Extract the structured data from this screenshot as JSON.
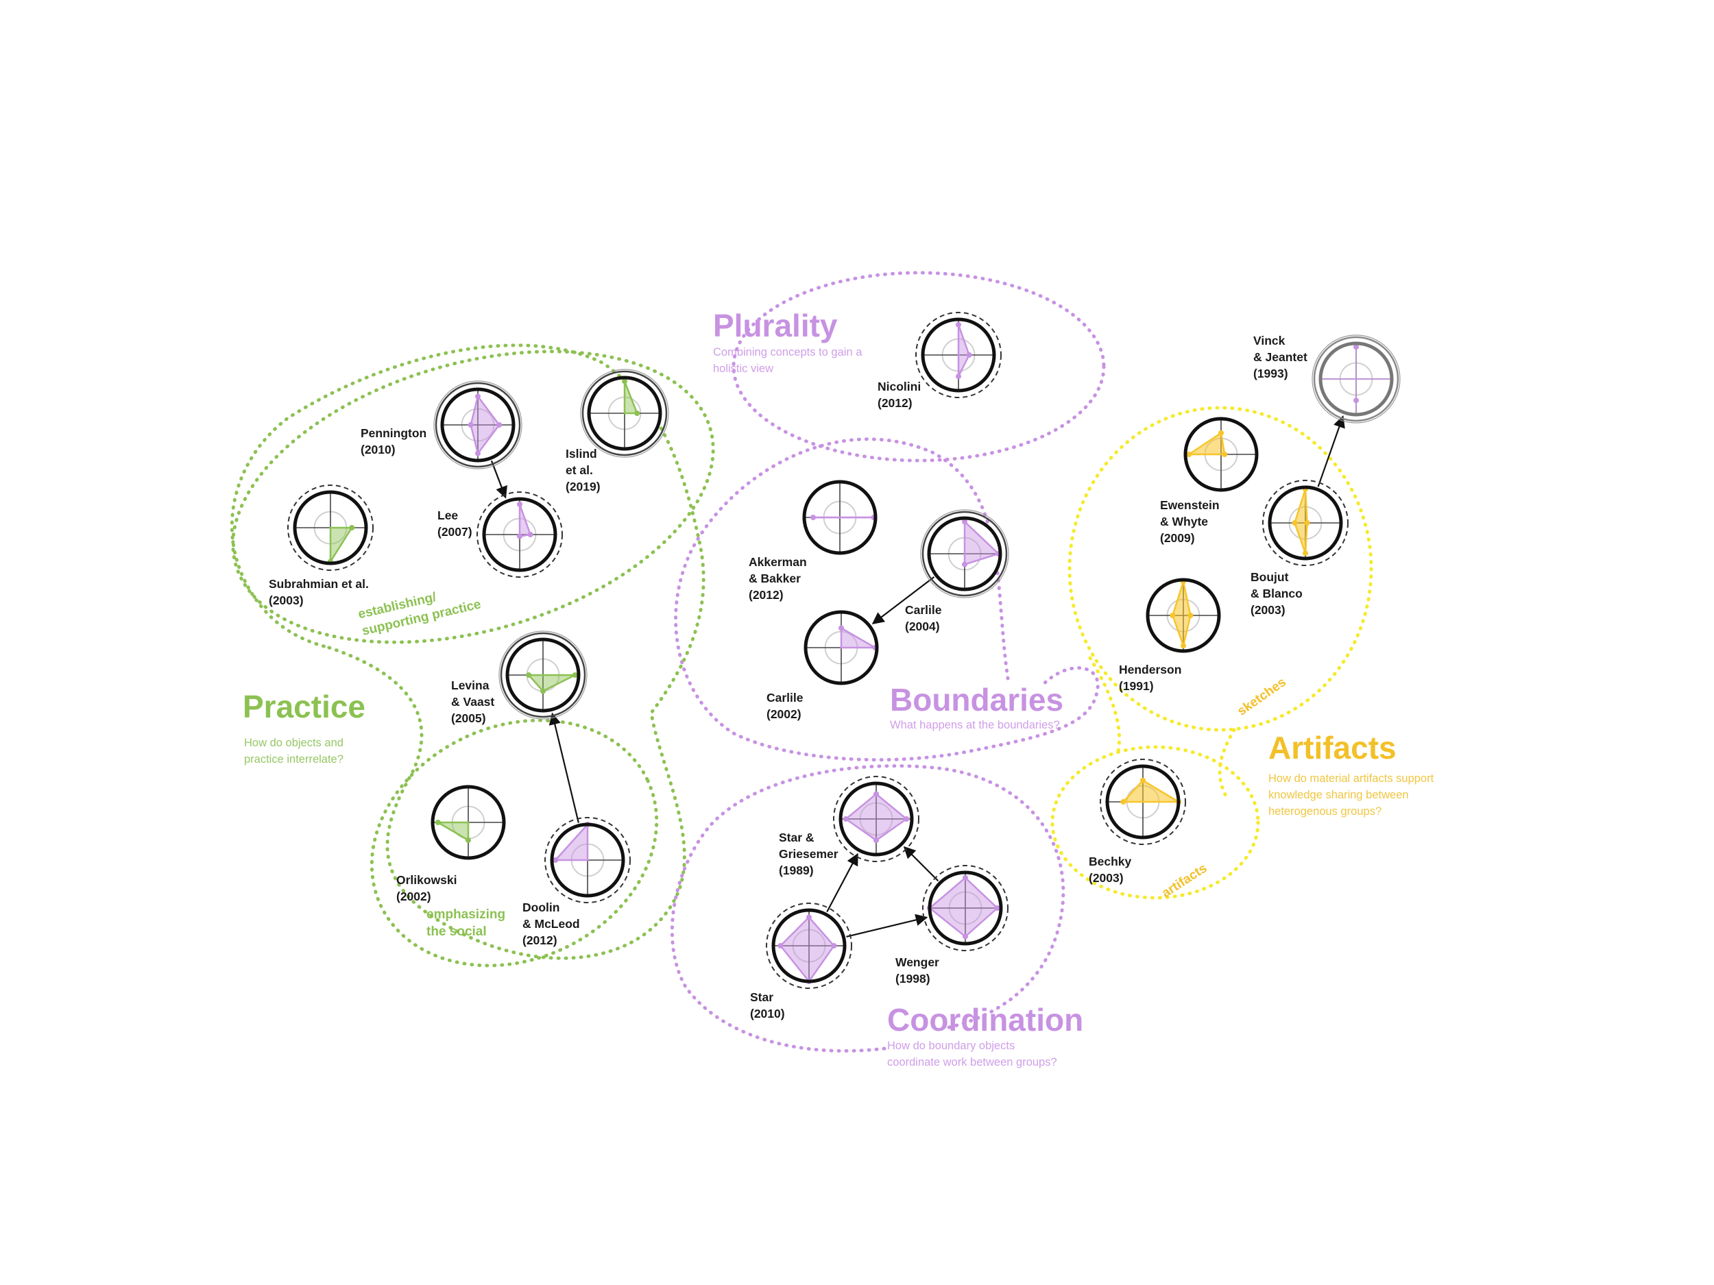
{
  "colors": {
    "practice": "#8cc152",
    "practice_fill": "rgba(140,193,82,0.45)",
    "purple": "#c792e2",
    "purple_fill": "rgba(199,146,226,0.45)",
    "artifacts": "#f7c52a",
    "artifacts_fill": "rgba(247,197,42,0.55)",
    "gray": "#777777"
  },
  "themes": {
    "practice": {
      "title": "Practice",
      "subtitle": "How do objects and\npractice interrelate?"
    },
    "plurality": {
      "title": "Plurality",
      "subtitle": "Combining concepts to gain a\nholistic view"
    },
    "boundaries": {
      "title": "Boundaries",
      "subtitle": "What happens at the boundaries?"
    },
    "coordination": {
      "title": "Coordination",
      "subtitle": "How do boundary objects\ncoordinate work between groups?"
    },
    "artifacts": {
      "title": "Artifacts",
      "subtitle": "How do material artifacts support\nknowledge sharing between\nheterogenous groups?"
    }
  },
  "cluster_labels": {
    "establishing": "establishing/\nsupporting practice",
    "social": "emphasizing\nthe social",
    "sketches": "sketches",
    "artifacts": "artifacts"
  },
  "works": [
    {
      "id": "pennington",
      "label": "Pennington\n(2010)",
      "theme": "purple",
      "ring": "double",
      "values": [
        0.8,
        0.6,
        0.8,
        0.2
      ]
    },
    {
      "id": "islind",
      "label": "Islind\net al.\n(2019)",
      "theme": "green",
      "ring": "double",
      "values": [
        0.9,
        0.35,
        0,
        0
      ]
    },
    {
      "id": "subrahmanian",
      "label": "Subrahmian et al.\n(2003)",
      "theme": "green",
      "ring": "dashed",
      "values": [
        0,
        0.6,
        0.95,
        0
      ]
    },
    {
      "id": "lee",
      "label": "Lee\n(2007)",
      "theme": "purple",
      "ring": "dashed",
      "values": [
        0.85,
        0.3,
        0.05,
        0
      ]
    },
    {
      "id": "levina",
      "label": "Levina\n& Vaast\n(2005)",
      "theme": "green",
      "ring": "double",
      "values": [
        0,
        0.9,
        0.45,
        0.4
      ]
    },
    {
      "id": "orlikowski",
      "label": "Orlikowski\n(2002)",
      "theme": "green",
      "ring": "none",
      "values": [
        0,
        0,
        0.5,
        0.85
      ]
    },
    {
      "id": "doolin",
      "label": "Doolin\n& McLeod\n(2012)",
      "theme": "purple",
      "ring": "dashed",
      "values": [
        1.0,
        0,
        0,
        0.9
      ]
    },
    {
      "id": "nicolini",
      "label": "Nicolini\n(2012)",
      "theme": "purple",
      "ring": "dashed",
      "values": [
        0.85,
        0.3,
        0.6,
        0
      ]
    },
    {
      "id": "akkerman",
      "label": "Akkerman\n& Bakker\n(2012)",
      "theme": "purple",
      "ring": "none",
      "values": [
        0,
        0.95,
        0,
        0.75
      ]
    },
    {
      "id": "carlile2004",
      "label": "Carlile\n(2004)",
      "theme": "purple",
      "ring": "double",
      "values": [
        0.9,
        0.95,
        0.3,
        0
      ]
    },
    {
      "id": "carlile2002",
      "label": "Carlile\n(2002)",
      "theme": "purple",
      "ring": "none",
      "values": [
        0.55,
        0.95,
        0,
        0
      ]
    },
    {
      "id": "star_griesemer",
      "label": "Star &\nGriesemer\n(1989)",
      "theme": "purple",
      "ring": "dashed",
      "values": [
        0.7,
        0.85,
        0.6,
        0.85
      ]
    },
    {
      "id": "wenger",
      "label": "Wenger\n(1998)",
      "theme": "purple",
      "ring": "dashed",
      "values": [
        0.85,
        0.9,
        0.8,
        1.0
      ]
    },
    {
      "id": "star",
      "label": "Star\n(2010)",
      "theme": "purple",
      "ring": "dashed",
      "values": [
        0.8,
        0.7,
        1.0,
        0.8
      ]
    },
    {
      "id": "vinck",
      "label": "Vinck\n& Jeantet\n(1993)",
      "theme": "gray",
      "ring": "double",
      "values": [
        0.9,
        0,
        0.6,
        0
      ]
    },
    {
      "id": "ewenstein",
      "label": "Ewenstein\n& Whyte\n(2009)",
      "theme": "yellow",
      "ring": "none",
      "values": [
        0.6,
        0.1,
        0,
        0.9
      ]
    },
    {
      "id": "boujut",
      "label": "Boujut\n& Blanco\n(2003)",
      "theme": "yellow",
      "ring": "dashed",
      "values": [
        0.95,
        0.05,
        0.85,
        0.3
      ]
    },
    {
      "id": "henderson",
      "label": "Henderson\n(1991)",
      "theme": "yellow",
      "ring": "none",
      "values": [
        0.95,
        0.2,
        0.85,
        0.3
      ]
    },
    {
      "id": "bechky",
      "label": "Bechky\n(2003)",
      "theme": "yellow",
      "ring": "dashed",
      "values": [
        0.6,
        1.0,
        0,
        0.55
      ]
    }
  ],
  "links": [
    {
      "from": "pennington",
      "to": "lee"
    },
    {
      "from": "doolin",
      "to": "levina"
    },
    {
      "from": "carlile2004",
      "to": "carlile2002"
    },
    {
      "from": "star",
      "to": "star_griesemer"
    },
    {
      "from": "star",
      "to": "wenger"
    },
    {
      "from": "wenger",
      "to": "star_griesemer"
    },
    {
      "from": "boujut",
      "to": "vinck"
    }
  ]
}
